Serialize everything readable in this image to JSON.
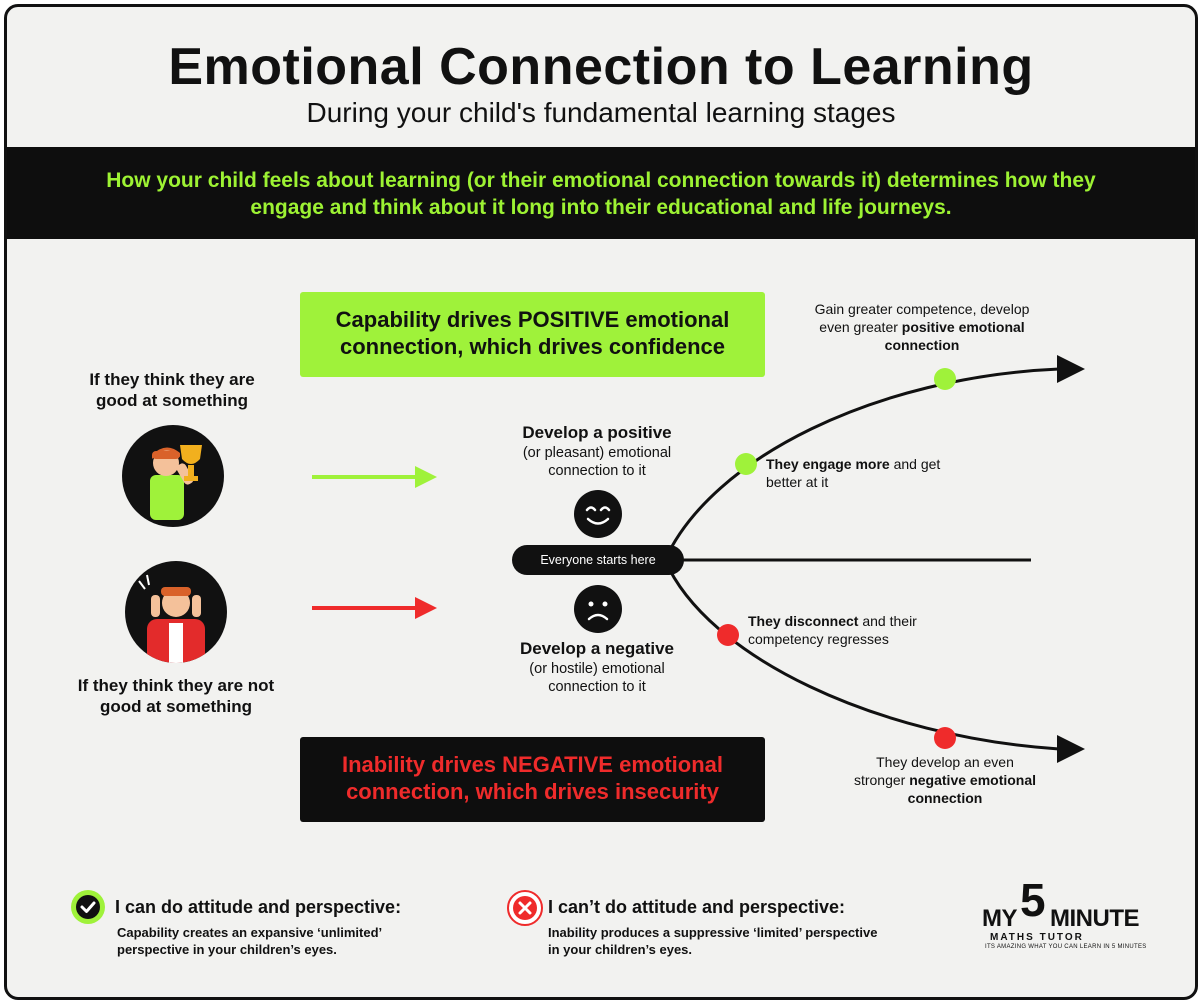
{
  "title": "Emotional Connection to Learning",
  "subtitle": "During your child's fundamental learning stages",
  "banner": "How your child feels about learning (or their emotional connection towards it) determines how they engage and think about it long into their educational and life journeys.",
  "positive_box": "Capability drives POSITIVE emotional connection, which drives confidence",
  "negative_box": "Inability drives NEGATIVE emotional connection, which drives insecurity",
  "left": {
    "good_label": "If they think they are good at something",
    "notgood_label": "If they think they are not good at something"
  },
  "center": {
    "positive_heading": "Develop a positive",
    "positive_sub": "(or pleasant) emotional connection to it",
    "negative_heading": "Develop a negative",
    "negative_sub": "(or hostile) emotional connection to it",
    "start": "Everyone starts here"
  },
  "branches": {
    "top_end_pre": "Gain greater competence, develop even greater",
    "top_end_bold": "positive emotional connection",
    "engage_bold": "They engage more",
    "engage_rest": "and get better at it",
    "disconnect_bold": "They disconnect",
    "disconnect_rest": "and their competency regresses",
    "bottom_end_pre": "They develop an even stronger",
    "bottom_end_bold": "negative emotional connection"
  },
  "bottom": {
    "can_heading": "I can do attitude and perspective:",
    "can_text": "Capability creates an expansive ‘unlimited’ perspective in your children’s eyes.",
    "cant_heading": "I can’t do attitude and perspective:",
    "cant_text": "Inability produces a suppressive ‘limited’ perspective in your children’s eyes."
  },
  "logo": {
    "my": "MY",
    "five": "5",
    "minute": "MINUTE",
    "sub": "MATHS TUTOR",
    "tagline": "ITS AMAZING WHAT YOU CAN LEARN IN 5 MINUTES"
  },
  "colors": {
    "green": "#9ff23a",
    "red": "#ef2b2b",
    "dark": "#0e0e0e"
  },
  "icons": [
    "trophy-child-icon",
    "worried-child-icon",
    "smile-face-icon",
    "frown-face-icon",
    "check-icon",
    "cross-icon"
  ]
}
